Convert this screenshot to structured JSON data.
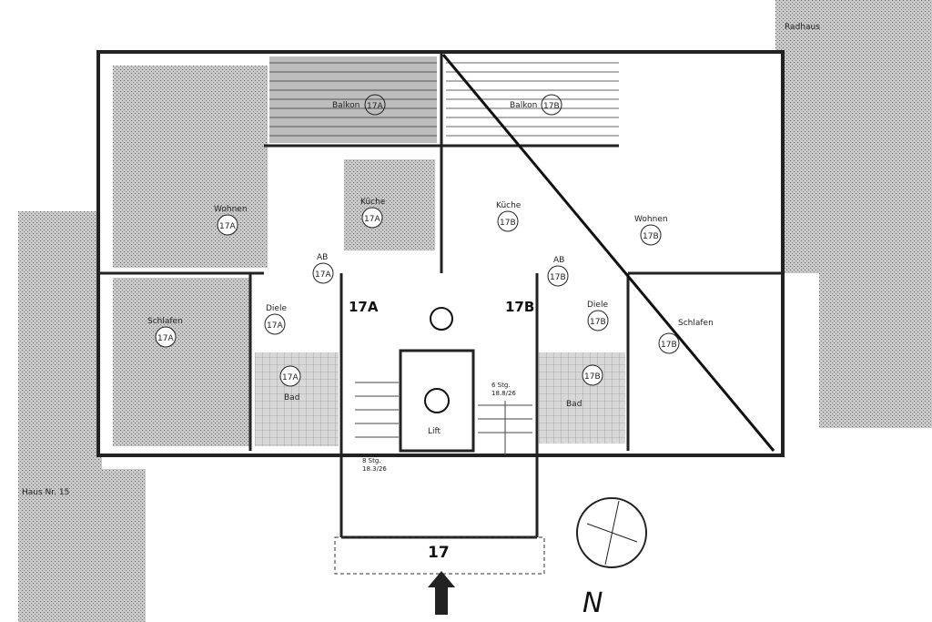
{
  "neighbors": {
    "left": "Haus Nr. 15",
    "right": "Radhaus"
  },
  "house_number": "17",
  "north_label": "N",
  "entrance_labels": {
    "a": "17A",
    "b": "17B"
  },
  "rooms_a": [
    {
      "name": "Balkon",
      "unit": "17A"
    },
    {
      "name": "Wohnen",
      "unit": "17A"
    },
    {
      "name": "Küche",
      "unit": "17A"
    },
    {
      "name": "AB",
      "unit": "17A"
    },
    {
      "name": "Schlafen",
      "unit": "17A"
    },
    {
      "name": "Diele",
      "unit": "17A"
    },
    {
      "name": "Bad",
      "unit": "17A"
    }
  ],
  "rooms_b": [
    {
      "name": "Balkon",
      "unit": "17B"
    },
    {
      "name": "Küche",
      "unit": "17B"
    },
    {
      "name": "Wohnen",
      "unit": "17B"
    },
    {
      "name": "AB",
      "unit": "17B"
    },
    {
      "name": "Diele",
      "unit": "17B"
    },
    {
      "name": "Schlafen",
      "unit": "17B"
    },
    {
      "name": "Bad",
      "unit": "17B"
    }
  ],
  "stairs": {
    "up": {
      "steps": "6 Stg.",
      "ratio": "18.8/26"
    },
    "down": {
      "steps": "8 Stg.",
      "ratio": "18.3/26"
    }
  },
  "lift_label": "Lift",
  "colors": {
    "unit_a_fill": "#a8a8a8",
    "hatch": "#9a9a9a",
    "wall": "#222222"
  }
}
